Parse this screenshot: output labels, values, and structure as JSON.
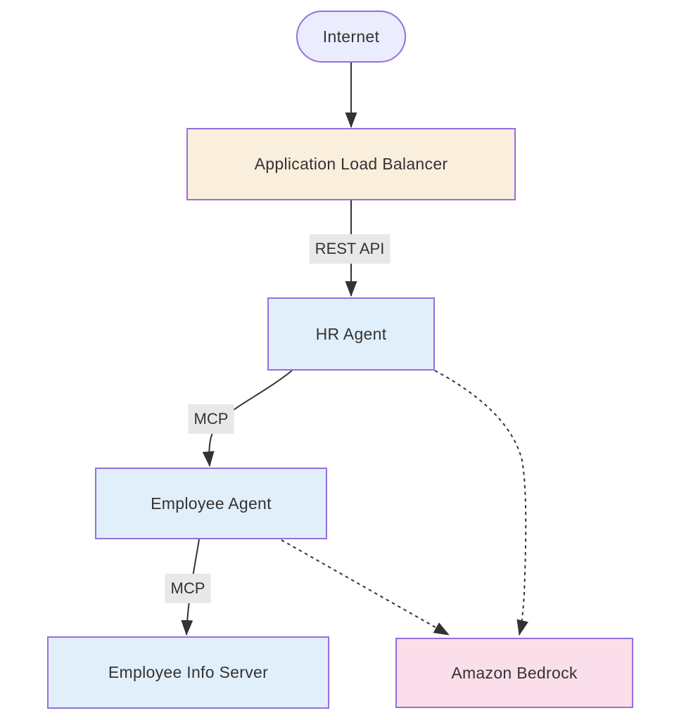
{
  "diagram": {
    "type": "flowchart-top-down",
    "background": "#FFFFFF",
    "nodes": [
      {
        "id": "internet",
        "label": "Internet",
        "shape": "stadium",
        "fill": "#ECECFF",
        "stroke": "#9370DB"
      },
      {
        "id": "application-load-balancer",
        "label": "Application Load Balancer",
        "shape": "rectangle",
        "fill": "#FAEEDC",
        "stroke": "#9370DB"
      },
      {
        "id": "hr-agent",
        "label": "HR Agent",
        "shape": "rectangle",
        "fill": "#E1EFFB",
        "stroke": "#9370DB"
      },
      {
        "id": "employee-agent",
        "label": "Employee Agent",
        "shape": "rectangle",
        "fill": "#E1EFFB",
        "stroke": "#9370DB"
      },
      {
        "id": "employee-info-server",
        "label": "Employee Info Server",
        "shape": "rectangle",
        "fill": "#E1EFFB",
        "stroke": "#9370DB"
      },
      {
        "id": "amazon-bedrock",
        "label": "Amazon Bedrock",
        "shape": "rectangle",
        "fill": "#FADEEA",
        "stroke": "#9370DB"
      }
    ],
    "edges": [
      {
        "from": "internet",
        "to": "application-load-balancer",
        "label": "",
        "line": "solid",
        "arrow": true
      },
      {
        "from": "application-load-balancer",
        "to": "hr-agent",
        "label": "REST API",
        "line": "solid",
        "arrow": true
      },
      {
        "from": "hr-agent",
        "to": "employee-agent",
        "label": "MCP",
        "line": "solid",
        "arrow": true
      },
      {
        "from": "employee-agent",
        "to": "employee-info-server",
        "label": "MCP",
        "line": "solid",
        "arrow": true
      },
      {
        "from": "employee-agent",
        "to": "amazon-bedrock",
        "label": "",
        "line": "dotted",
        "arrow": true
      },
      {
        "from": "hr-agent",
        "to": "amazon-bedrock",
        "label": "",
        "line": "dotted",
        "arrow": true
      }
    ],
    "colors": {
      "edge_stroke": "#333333",
      "edge_label_bg": "#E8E8E8",
      "text": "#333333",
      "node_border": "#9370DB",
      "internet_fill": "#ECECFF",
      "load_balancer_fill": "#FAEEDC",
      "agent_fill": "#E1EFFB",
      "bedrock_fill": "#FADEEA"
    }
  }
}
